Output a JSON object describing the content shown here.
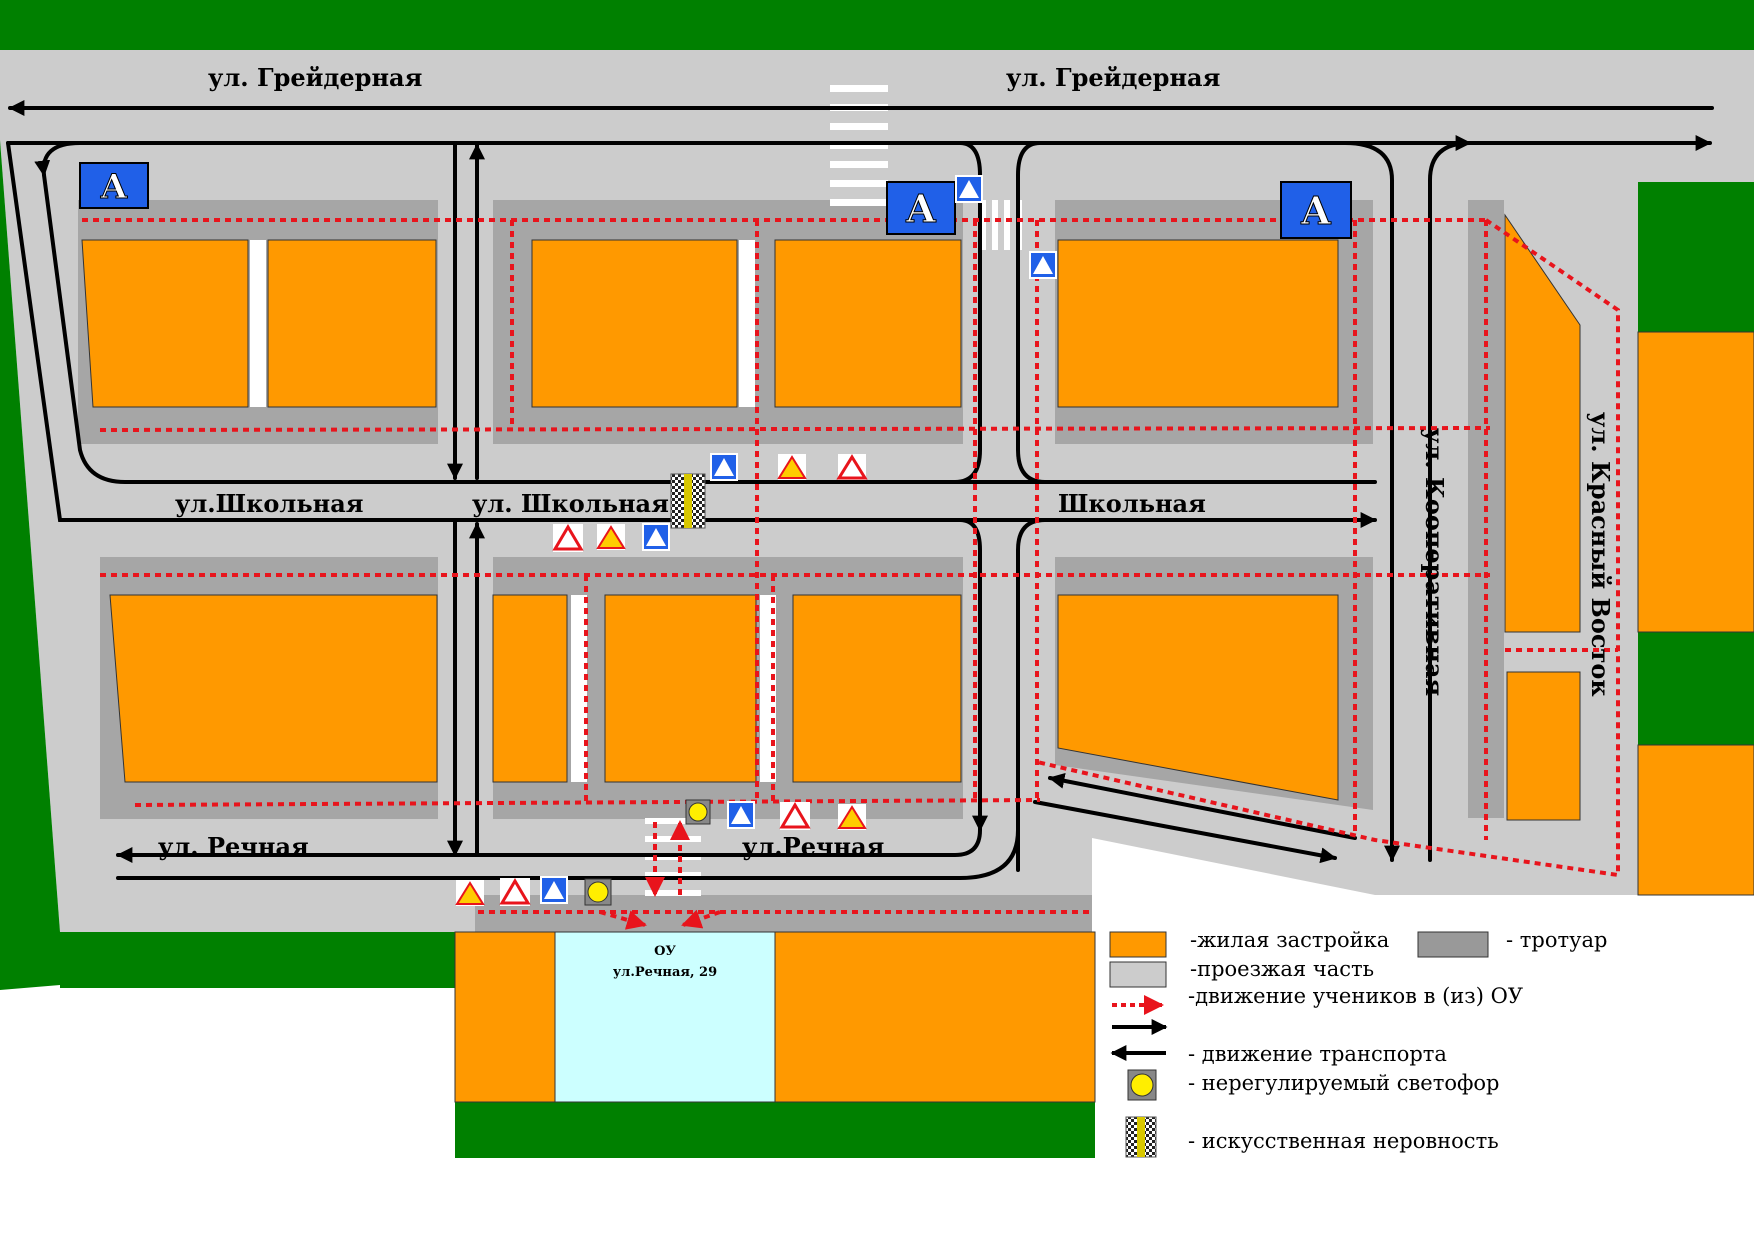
{
  "colors": {
    "green": "#008000",
    "road": "#cccccc",
    "sidewalk": "#a6a6a6",
    "housing": "#ff9900",
    "school_plot": "#ccffff",
    "route": "#e8141c",
    "traffic": "#000000",
    "sign_blue": "#2060e8"
  },
  "streets": {
    "greydernaya_left": "ул. Грейдерная",
    "greydernaya_right": "ул. Грейдерная",
    "shkolnaya_1": "ул.Школьная",
    "shkolnaya_2": "ул. Школьная",
    "shkolnaya_3": "Школьная",
    "rechnaya_1": "ул. Речная",
    "rechnaya_2": "ул.Речная",
    "kooperativnaya": "ул. Кооперативная",
    "krasny_vostok": "ул. Красный Восток"
  },
  "school": {
    "name": "ОУ",
    "address": "ул.Речная, 29"
  },
  "legend": {
    "housing": "-жилая застройка",
    "sidewalk": "- тротуар",
    "roadway": "-проезжая часть",
    "students": "-движение учеников в (из) ОУ",
    "traffic": "- движение транспорта",
    "light": "- нерегулируемый светофор",
    "bump": "- искусственная неровность"
  },
  "bus_stop_letter": "А",
  "icons": {
    "bus_stop": "bus-stop-sign-icon",
    "crosswalk": "pedestrian-crossing-sign-icon",
    "children": "children-warning-sign-icon",
    "bump": "speed-bump-sign-icon",
    "light": "traffic-light-icon"
  }
}
